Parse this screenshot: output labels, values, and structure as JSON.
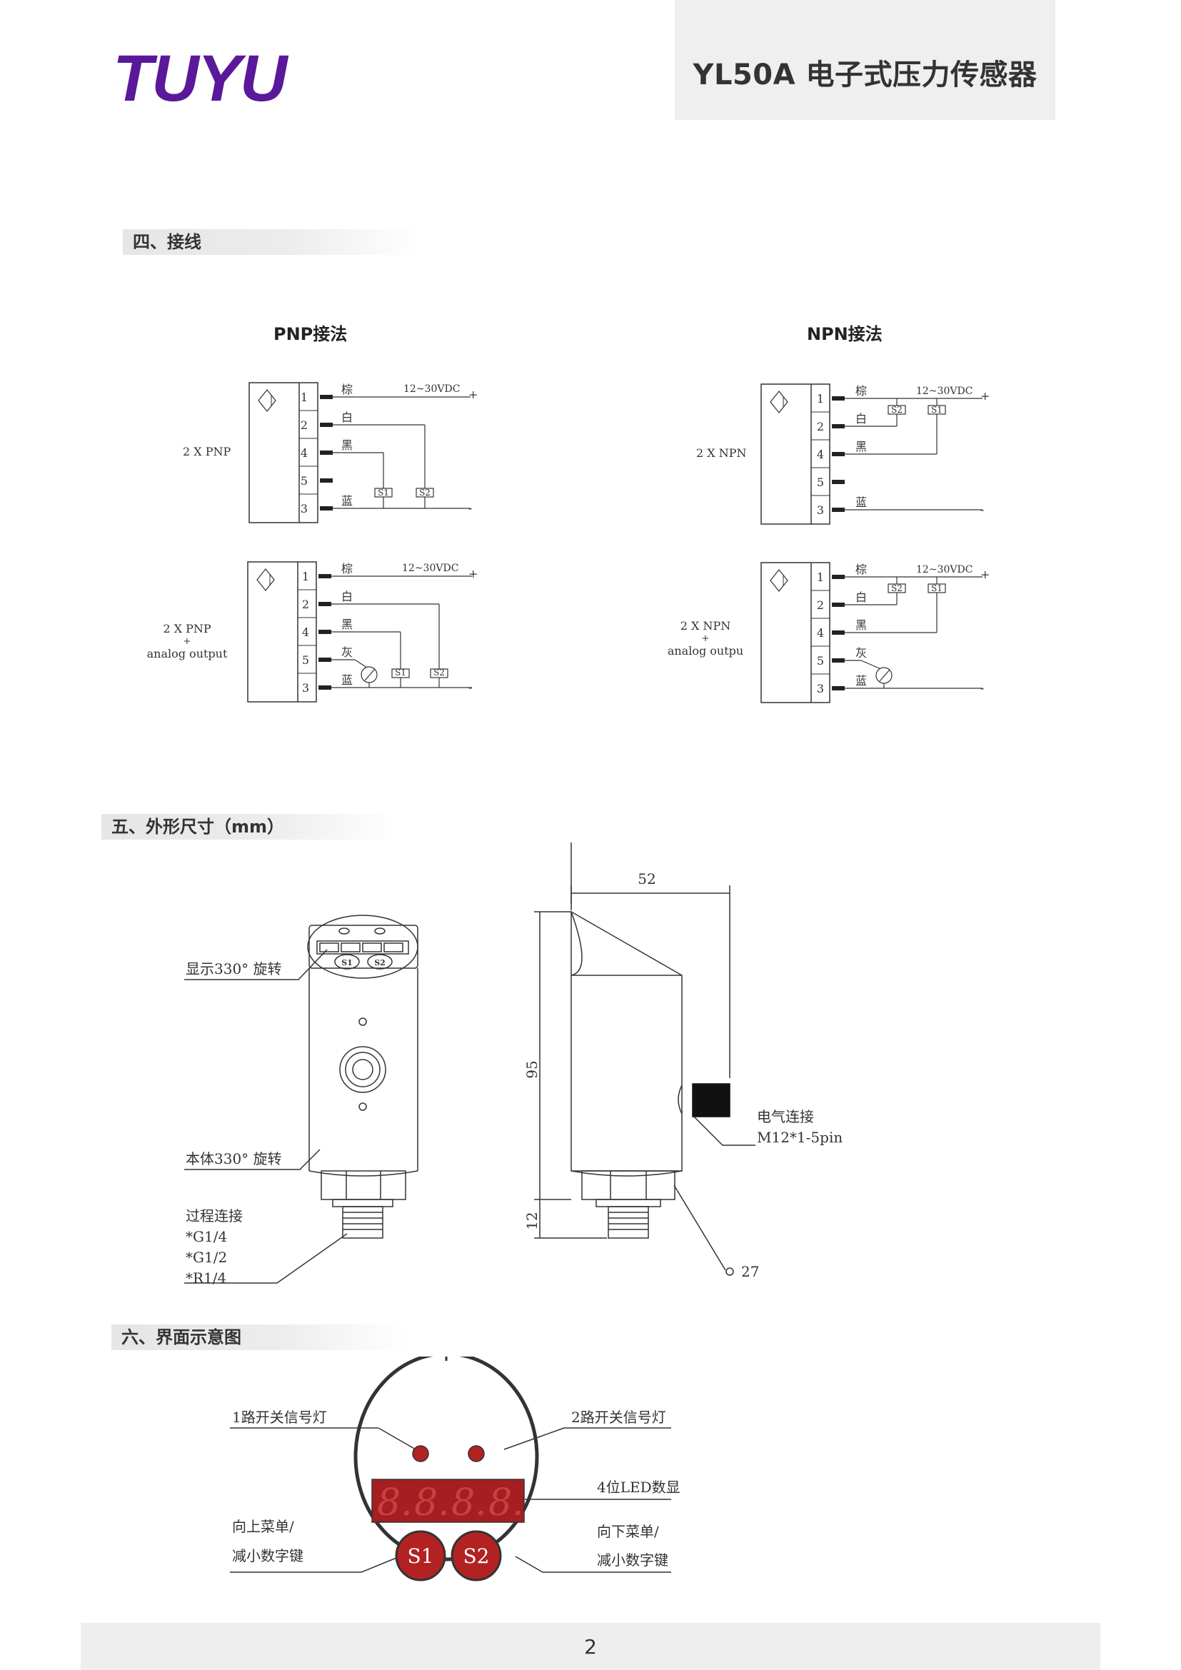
{
  "header": {
    "brand": "TUYU",
    "title": "YL50A 电子式压力传感器"
  },
  "sections": {
    "wiring": "四、接线",
    "dimensions": "五、外形尺寸（mm）",
    "interface": "六、界面示意图"
  },
  "wiring": {
    "pnp_title": "PNP接法",
    "npn_title": "NPN接法",
    "supply": "12~30VDC",
    "plus": "+",
    "minus": "-",
    "wire_brown": "棕",
    "wire_white": "白",
    "wire_black": "黑",
    "wire_gray": "灰",
    "wire_blue": "蓝",
    "s1": "S1",
    "s2": "S2",
    "pins": [
      "1",
      "2",
      "4",
      "5",
      "3"
    ],
    "pnp_label": "2 X PNP",
    "pnp_analog_line1": "2 X PNP",
    "pnp_analog_plus": "+",
    "pnp_analog_line3": "analog output",
    "npn_label": "2 X NPN",
    "npn_analog_line1": "2 X NPN",
    "npn_analog_plus": "+",
    "npn_analog_line3": "analog outpu"
  },
  "dimensions": {
    "width": "52",
    "height": "95",
    "thread_height": "12",
    "display_rotate": "显示330° 旋转",
    "body_rotate": "本体330° 旋转",
    "process_conn": "过程连接",
    "g14": "*G1/4",
    "g12": "*G1/2",
    "r14": "*R1/4",
    "electrical": "电气连接",
    "m12": "M12*1-5pin",
    "hex": "27",
    "btn_s1": "S1",
    "btn_s2": "S2"
  },
  "interface": {
    "led1": "1路开关信号灯",
    "led2": "2路开关信号灯",
    "display": "4位LED数显",
    "up_line1": "向上菜单/",
    "up_line2": "减小数字键",
    "down_line1": "向下菜单/",
    "down_line2": "减小数字键",
    "btn_s1": "S1",
    "btn_s2": "S2"
  },
  "footer": {
    "page": "2"
  }
}
